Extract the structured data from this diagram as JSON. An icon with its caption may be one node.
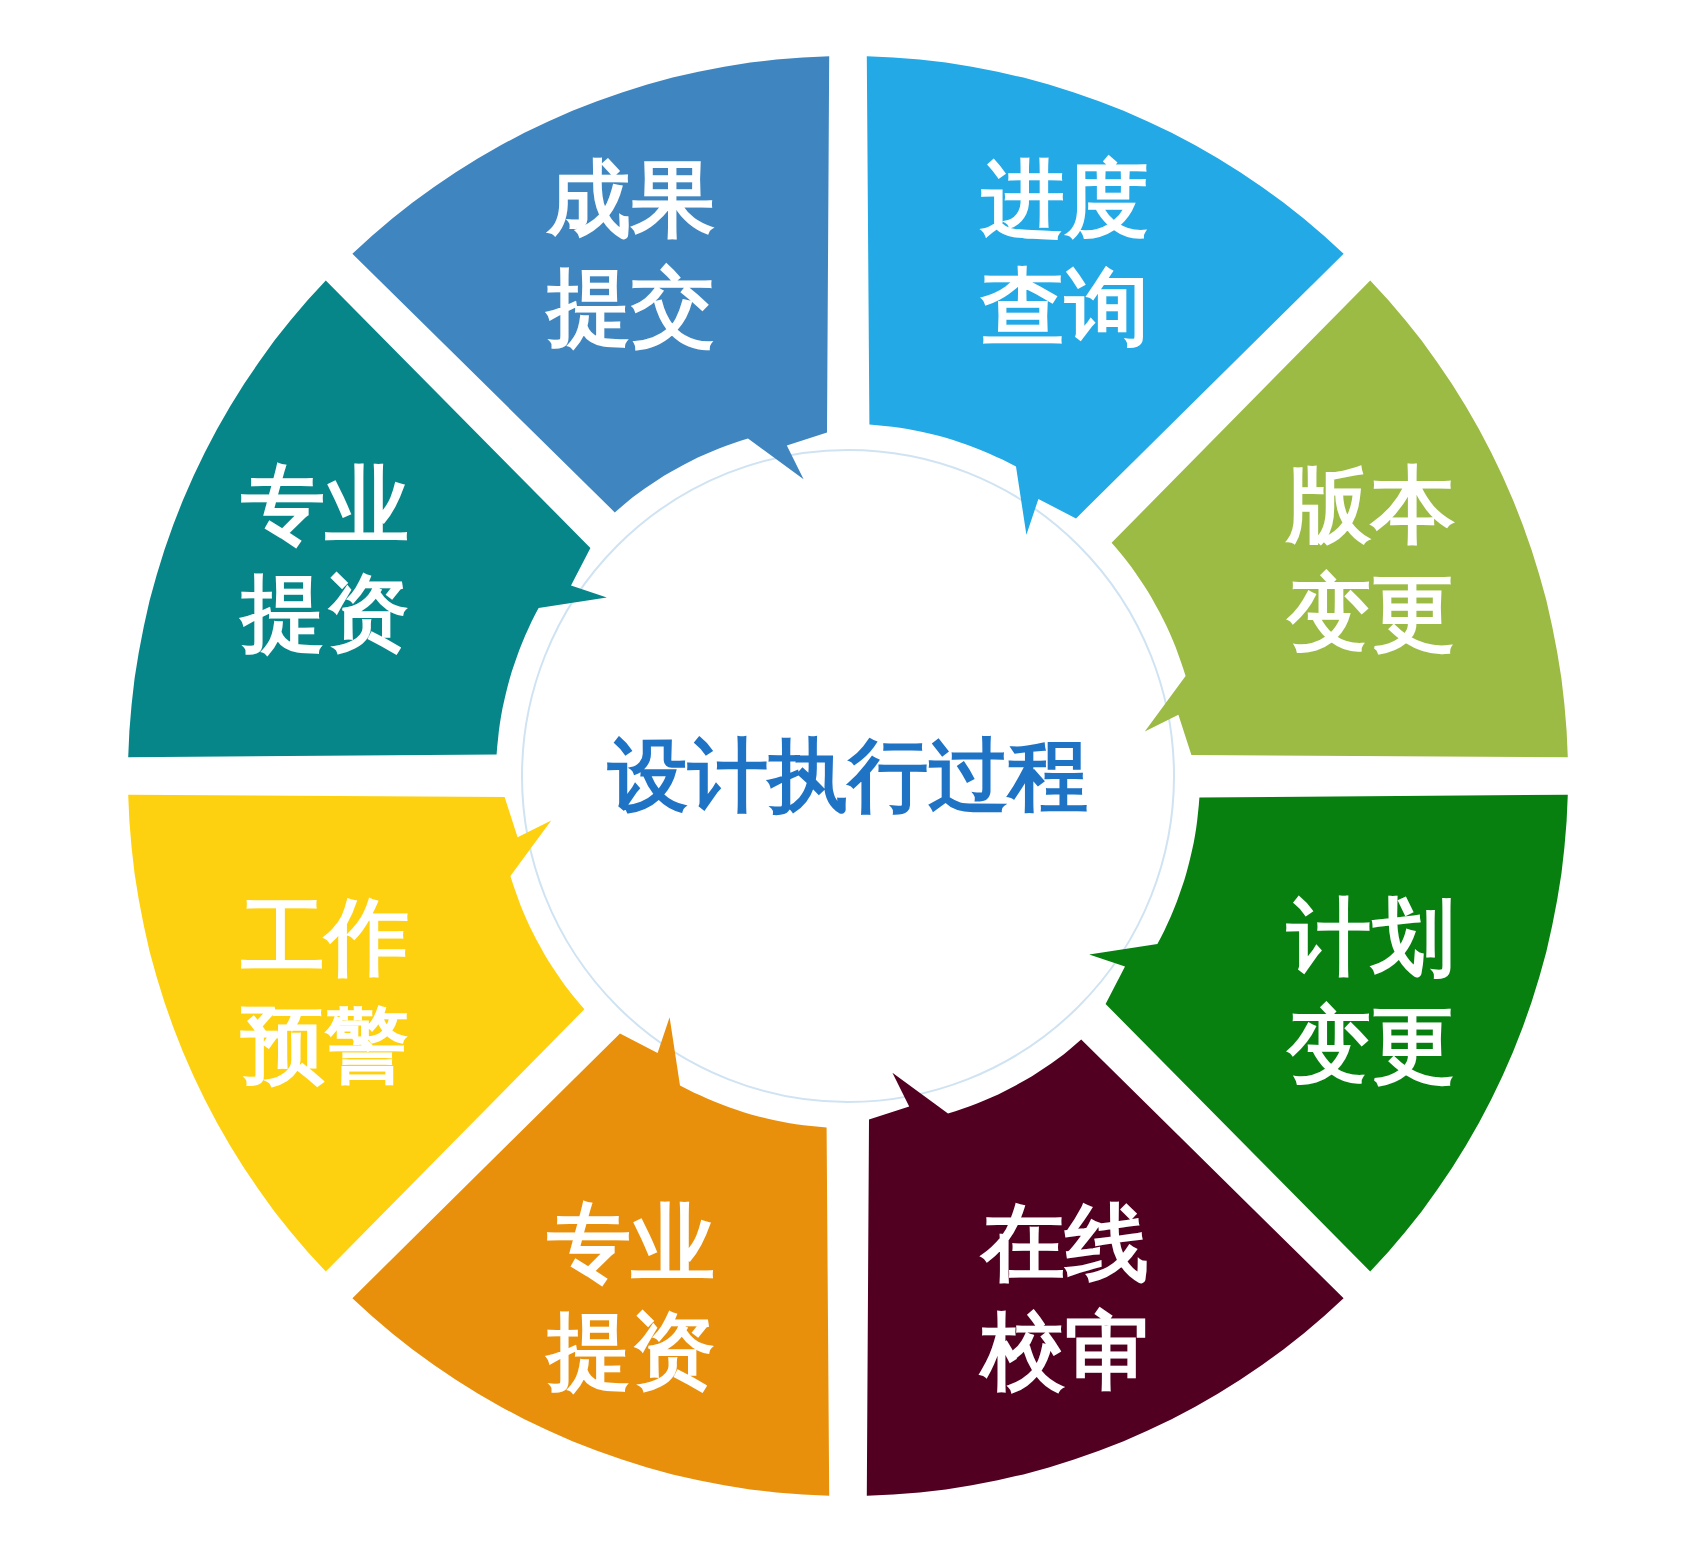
{
  "diagram": {
    "nodes": [
      {
        "text": [
          "设计执行过程"
        ]
      },
      {
        "text": [
          "成果提交"
        ]
      },
      {
        "text": [
          "进度查询"
        ]
      },
      {
        "text": [
          "版本变更"
        ]
      },
      {
        "text": [
          "计划变更"
        ]
      },
      {
        "text": [
          "在线校审"
        ]
      },
      {
        "text": [
          "专业提资"
        ]
      },
      {
        "text": [
          "工作预警"
        ]
      },
      {
        "text": [
          "专业提资"
        ]
      }
    ]
  }
}
